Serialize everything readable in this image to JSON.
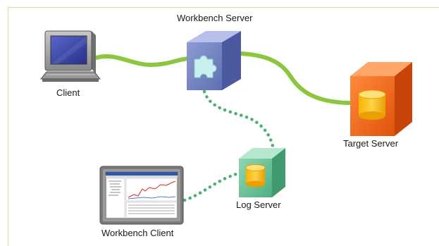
{
  "labels": {
    "workbench_server": "Workbench Server",
    "client": "Client",
    "target_server": "Target Server",
    "log_server": "Log Server",
    "workbench_client": "Workbench Client"
  },
  "colors": {
    "frame": "#cfe29a",
    "solid_link": "#8cc63f",
    "dotted_link": "#4caf73",
    "workbench_cube": "#7f8ec8",
    "target_cube": "#f26b1d",
    "log_cube": "#69c29a",
    "database": "#f5b800"
  },
  "icons": {
    "workbench_server": "puzzle-piece-icon",
    "target_server": "database-icon",
    "log_server": "database-icon",
    "client": "computer-monitor-icon",
    "workbench_client": "application-window-icon"
  }
}
